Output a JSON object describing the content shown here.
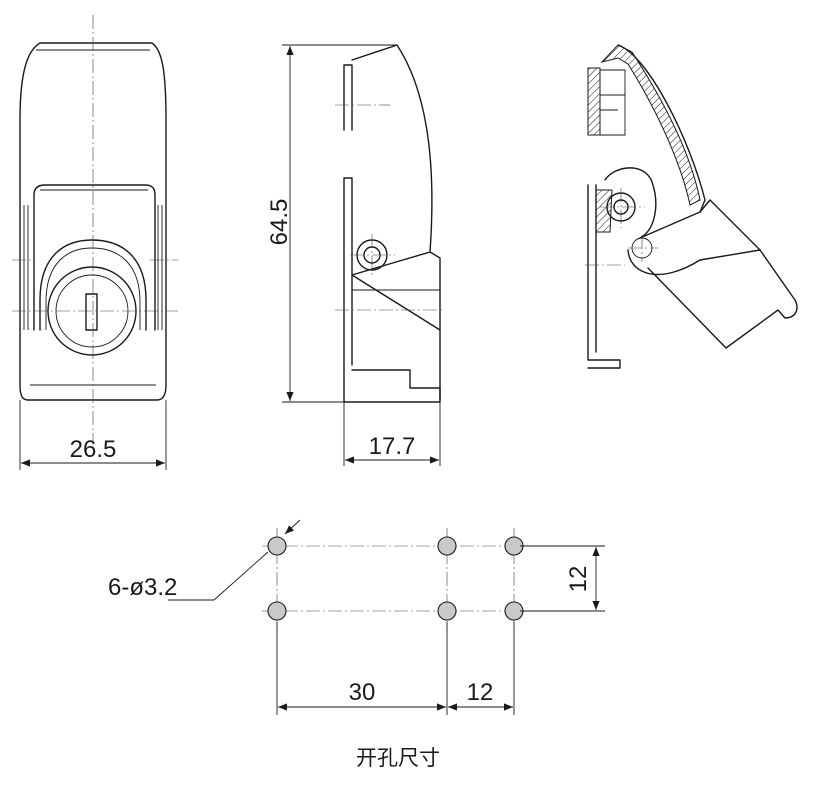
{
  "dimensions": {
    "front_width": "26.5",
    "side_height": "64.5",
    "side_depth": "17.7",
    "hole_spec": "6-ø3.2",
    "hole_vertical_spacing": "12",
    "hole_spacing_long": "30",
    "hole_spacing_short": "12"
  },
  "caption": "开孔尺寸",
  "holes": [
    {
      "col": 0,
      "row": 0
    },
    {
      "col": 1,
      "row": 0
    },
    {
      "col": 2,
      "row": 0
    },
    {
      "col": 0,
      "row": 1
    },
    {
      "col": 1,
      "row": 1
    },
    {
      "col": 2,
      "row": 1
    }
  ],
  "hole_fill_color": "#c9c9c9"
}
